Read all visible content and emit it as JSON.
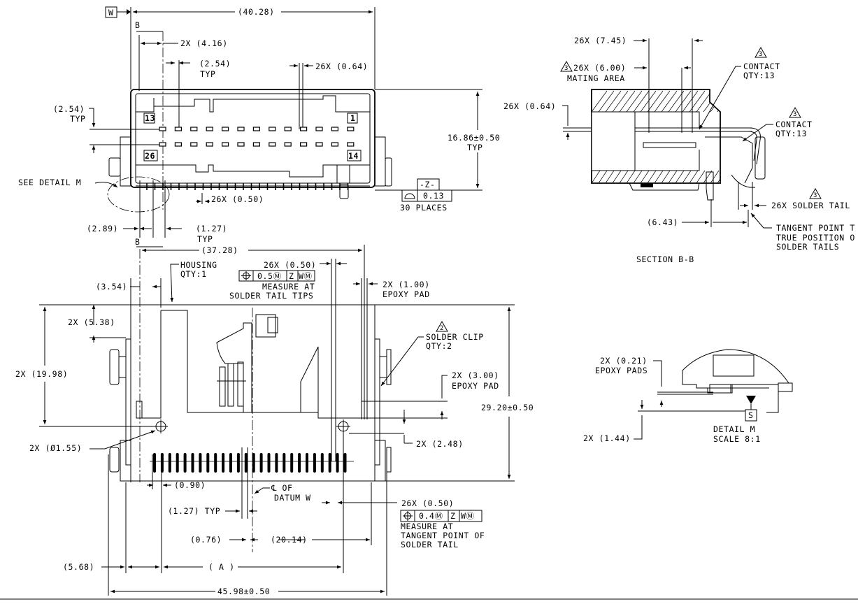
{
  "datum_labels": {
    "w": "W",
    "b_top": "B",
    "b_bottom": "B",
    "z": "-Z-",
    "s": "S"
  },
  "pin_labels": {
    "p13": "13",
    "p1": "1",
    "p26": "26",
    "p14": "14"
  },
  "top_view": {
    "overall_width": "(40.28)",
    "dim_4_16": "2X (4.16)",
    "dim_2_54": "(2.54)",
    "typ_a": "TYP",
    "dim_0_64": "26X (0.64)",
    "left_2_54": "(2.54)",
    "typ_b": "TYP",
    "height": "16.86±0.50",
    "typ_c": "TYP",
    "see_detail": "SEE DETAIL  M",
    "pitch": "26X (0.50)",
    "flatness": "0.13",
    "places": "30 PLACES",
    "dim_2_89": "(2.89)",
    "dim_1_27": "(1.27)",
    "typ_d": "TYP"
  },
  "bottom_view": {
    "dim_37_28": "(37.28)",
    "housing_1": "HOUSING",
    "housing_2": "QTY:1",
    "pitch_1": "26X (0.50)",
    "fcf_1": {
      "tol": "0.5Ⓜ",
      "d1": "Z",
      "d2": "WⓂ"
    },
    "measure_1": "MEASURE AT",
    "measure_2": "SOLDER TAIL TIPS",
    "dim_3_54": "(3.54)",
    "epoxy_1": "2X (1.00)",
    "epoxy_1b": "EPOXY PAD",
    "dim_5_38": "2X (5.38)",
    "clip_1": "SOLDER CLIP",
    "clip_2": "QTY:2",
    "dim_19_98": "2X (19.98)",
    "epoxy_2": "2X (3.00)",
    "epoxy_2b": "EPOXY PAD",
    "height": "29.20±0.50",
    "hole": "2X (Ø1.55)",
    "dim_2_48": "2X (2.48)",
    "dim_0_90": "(0.90)",
    "datum_1": "℄ OF",
    "datum_2": "DATUM W",
    "typ_1_27": "(1.27) TYP",
    "pitch_2": "26X (0.50)",
    "fcf_2": {
      "tol": "0.4Ⓜ",
      "d1": "Z",
      "d2": "WⓂ"
    },
    "measure_3": "MEASURE AT",
    "measure_4": "TANGENT POINT OF",
    "measure_5": "SOLDER TAIL",
    "dim_0_76": "(0.76)",
    "dim_20_14": "(20.14)",
    "dim_5_68": "(5.68)",
    "dim_a": "( A )",
    "overall": "45.98±0.50"
  },
  "section": {
    "dim_7_45": "26X (7.45)",
    "dim_6_00": "26X (6.00)",
    "mating": "MATING AREA",
    "contact_a1": "CONTACT",
    "contact_a2": "QTY:13",
    "contact_b1": "CONTACT",
    "contact_b2": "QTY:13",
    "dim_0_64": "26X (0.64)",
    "solder_tail": "26X SOLDER TAIL",
    "dim_6_43": "(6.43)",
    "tangent_1": "TANGENT POINT T",
    "tangent_2": "TRUE POSITION O",
    "tangent_3": "SOLDER TAILS",
    "title": "SECTION  B-B",
    "flag": "3"
  },
  "detail": {
    "pads_1": "2X (0.21)",
    "pads_2": "EPOXY PADS",
    "dim_1_44": "2X (1.44)",
    "title_1": "DETAIL  M",
    "title_2": "SCALE  8:1"
  },
  "clip_flag": "2"
}
